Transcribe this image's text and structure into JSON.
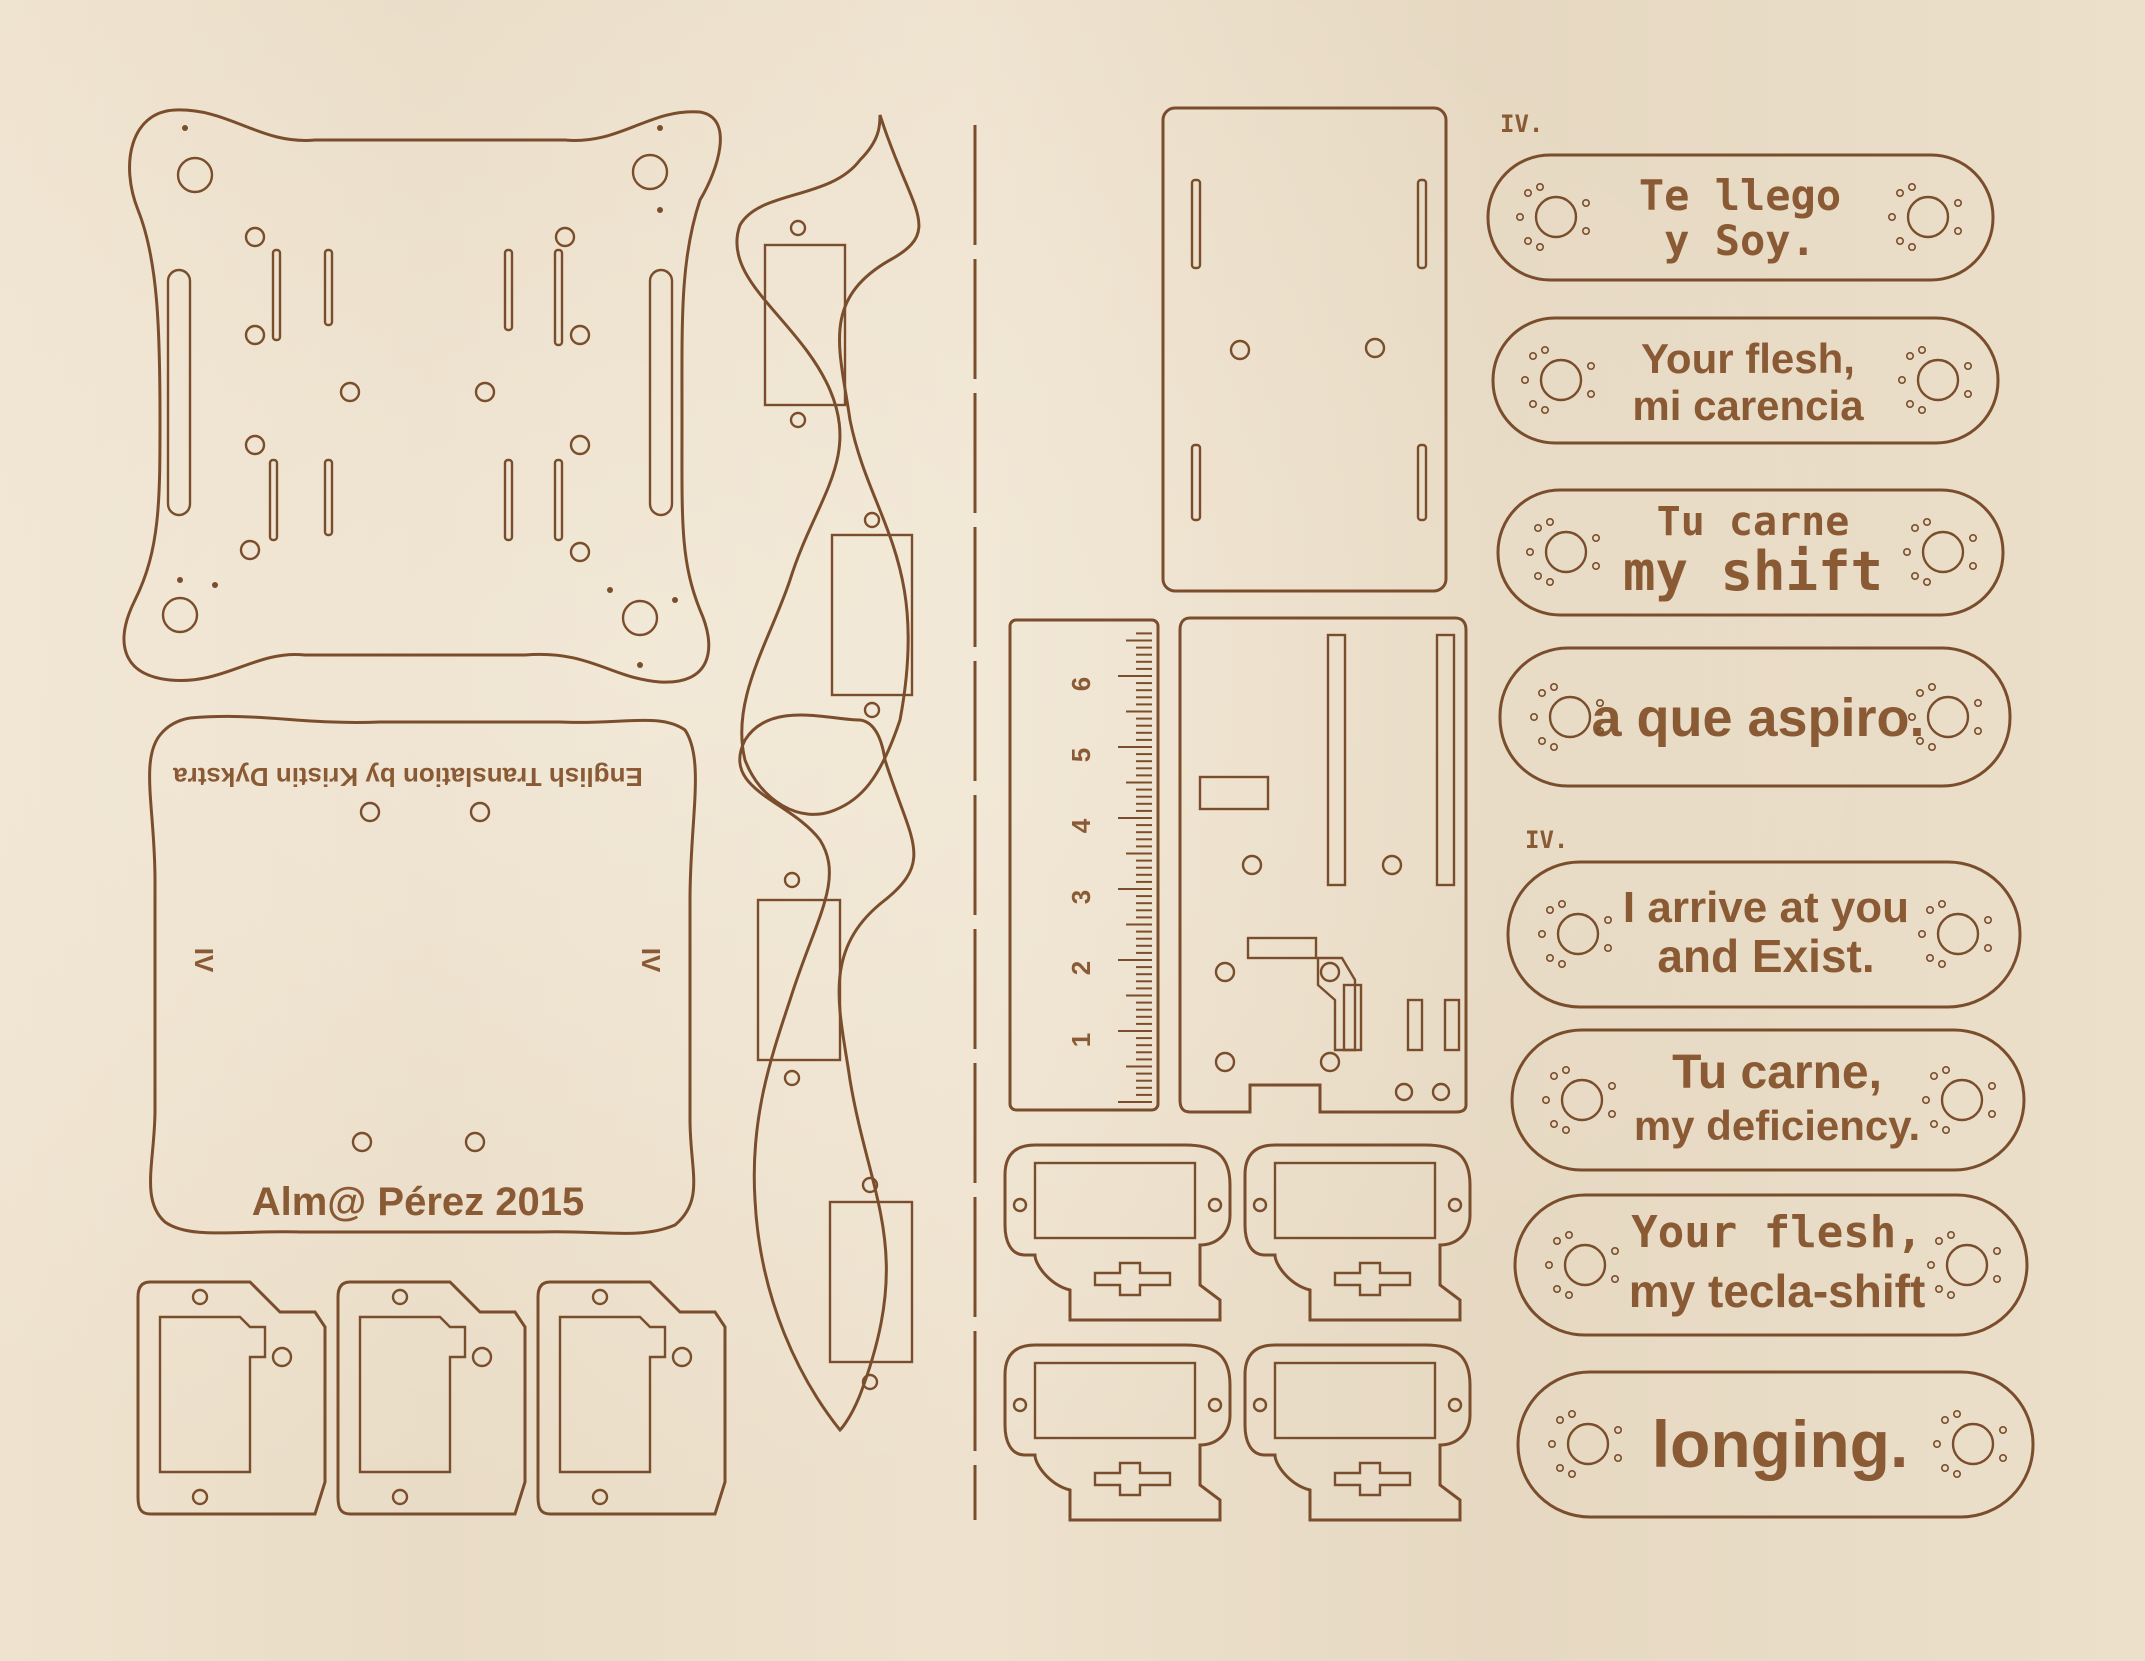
{
  "sheet": {
    "roman_numeral_top": "IV.",
    "roman_numeral_mid": "IV.",
    "credit_line": "English Translation by Kristin Dykstra",
    "signature": "Alm@ Pérez 2015",
    "side_marks": [
      "IV",
      "IV"
    ]
  },
  "ruler": {
    "labels": [
      "1",
      "2",
      "3",
      "4",
      "5",
      "6"
    ]
  },
  "keys": [
    {
      "line1": "Te llego",
      "line2": "y Soy."
    },
    {
      "line1": "Your flesh,",
      "line2": "mi carencia"
    },
    {
      "line1": "Tu carne",
      "line2": "my shift"
    },
    {
      "line1": "a que aspiro.",
      "line2": ""
    },
    {
      "line1": "I arrive at you",
      "line2": "and Exist."
    },
    {
      "line1": "Tu carne,",
      "line2": "my deficiency."
    },
    {
      "line1": "Your flesh,",
      "line2": "my tecla-shift"
    },
    {
      "line1": "longing.",
      "line2": ""
    }
  ]
}
